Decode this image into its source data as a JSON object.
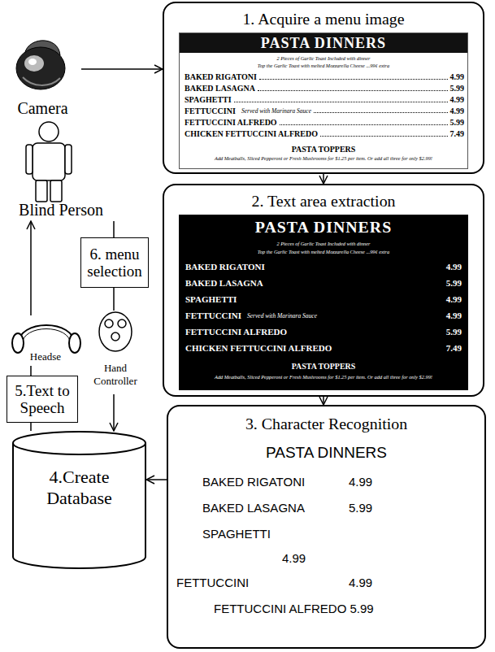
{
  "diagram": {
    "nodes": [
      {
        "text": [
          "Camera"
        ]
      },
      {
        "text": [
          "1. Acquire a menu image"
        ]
      },
      {
        "text": [
          "PASTA DINNERS",
          "2 Pieces of Garlic Toast Included with dinner",
          "Top the Garlic Toast with melted Mozzarella Cheese ...99¢ extra",
          "BAKED RIGATONI",
          "4.99",
          "BAKED LASAGNA",
          "5.99",
          "SPAGHETTI",
          "4.99",
          "FETTUCCINI",
          "Served with Marinara Sauce",
          "4.99",
          "FETTUCCINI ALFREDO",
          "5.99",
          "CHICKEN FETTUCCINI ALFREDO",
          "7.49",
          "PASTA TOPPERS",
          "Add Meatballs, Sliced Pepperoni or Fresh Mushrooms for $1.25 per item. Or add all three for only $2.99!"
        ],
        "in": 1
      },
      {
        "text": [
          "Blind Person"
        ]
      },
      {
        "text": [
          "2. Text area extraction"
        ]
      },
      {
        "text": [
          "PASTA DINNERS",
          "2 Pieces of Garlic Toast Included with dinner",
          "Top the Garlic Toast with melted Mozzarella Cheese ...99¢ extra",
          "BAKED RIGATONI",
          "4.99",
          "BAKED LASAGNA",
          "5.99",
          "SPAGHETTI",
          "4.99",
          "FETTUCCINI",
          "Served with Marinara Sauce",
          "4.99",
          "FETTUCCINI ALFREDO",
          "5.99",
          "CHICKEN FETTUCCINI ALFREDO",
          "7.49",
          "PASTA TOPPERS",
          "Add Meatballs, Sliced Pepperoni or Fresh Mushrooms for $1.25 per item. Or add all three for only $2.99!"
        ],
        "in": 4
      },
      {
        "text": [
          "6. menu selection"
        ]
      },
      {
        "text": [
          "Headse"
        ]
      },
      {
        "text": [
          "Hand",
          "Controller"
        ]
      },
      {
        "text": [
          "5.Text to Speech"
        ]
      },
      {
        "text": [
          "3. Character Recognition",
          "PASTA DINNERS",
          "BAKED RIGATONI",
          "4.99",
          "BAKED LASAGNA",
          "5.99",
          "SPAGHETTI",
          "4.99",
          "FETTUCCINI",
          "4.99",
          "FETTUCCINI ALFREDO 5.99"
        ]
      },
      {
        "text": [
          "4.Create Database"
        ]
      }
    ],
    "edges": [
      {
        "from": 0,
        "to": 1,
        "arrow": "to"
      },
      {
        "from": 1,
        "to": 4,
        "arrow": "to"
      },
      {
        "from": 4,
        "to": 10,
        "arrow": "to"
      },
      {
        "from": 10,
        "to": 11,
        "arrow": "to"
      },
      {
        "from": 11,
        "to": 9,
        "arrow": "none"
      },
      {
        "from": 9,
        "to": 7,
        "arrow": "none"
      },
      {
        "from": 7,
        "to": 3,
        "arrow": "to"
      },
      {
        "from": 3,
        "to": 6,
        "arrow": "none"
      },
      {
        "from": 6,
        "to": 8,
        "arrow": "none"
      },
      {
        "from": 8,
        "to": 11,
        "arrow": "to"
      }
    ]
  }
}
